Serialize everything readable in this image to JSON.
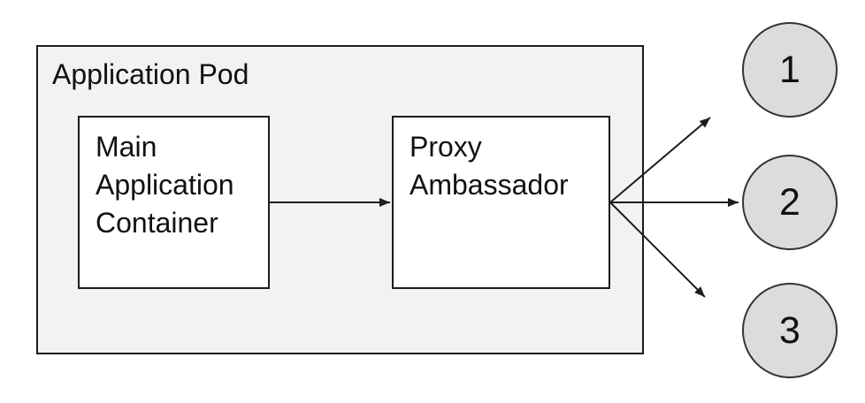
{
  "diagram": {
    "pod": {
      "label": "Application Pod"
    },
    "nodes": {
      "main": {
        "label": "Main Application Container"
      },
      "proxy": {
        "label": "Proxy Ambassador"
      }
    },
    "endpoints": [
      {
        "label": "1"
      },
      {
        "label": "2"
      },
      {
        "label": "3"
      }
    ],
    "connections": [
      {
        "from": "Main Application Container",
        "to": "Proxy Ambassador"
      },
      {
        "from": "Proxy Ambassador",
        "to": "1"
      },
      {
        "from": "Proxy Ambassador",
        "to": "2"
      },
      {
        "from": "Proxy Ambassador",
        "to": "3"
      }
    ],
    "colors": {
      "pod_fill": "#f2f2f2",
      "node_fill": "#ffffff",
      "endpoint_fill": "#dcdcdc",
      "stroke": "#1c1c1c",
      "text": "#111111"
    }
  }
}
